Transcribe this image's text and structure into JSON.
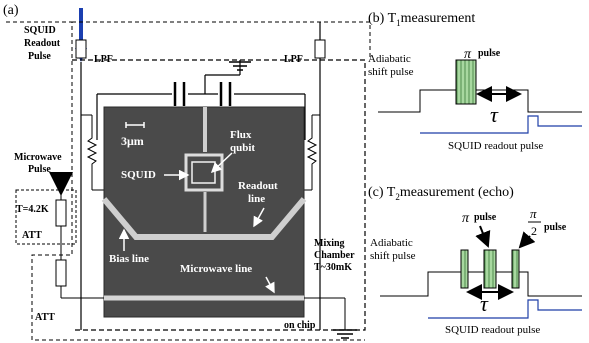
{
  "colors": {
    "chip_background": "#4a4a4a",
    "pulse_fill": "#a8d8a0",
    "readout_line": "#1f3fa8",
    "arrow_blue": "#1b3fb0"
  },
  "panel_a": {
    "label": "(a)",
    "squid_readout_pulse": [
      "SQUID",
      "Readout",
      "Pulse"
    ],
    "lpf_left": "LPF",
    "lpf_right": "LPF",
    "scale_bar": "3μm",
    "flux_qubit": [
      "Flux",
      "qubit"
    ],
    "squid": "SQUID",
    "readout_line": [
      "Readout",
      "line"
    ],
    "microwave_pulse": [
      "Microwave",
      "Pulse"
    ],
    "temperature": "T=4.2K",
    "att_top": "ATT",
    "att_bottom": "ATT",
    "bias_line": "Bias line",
    "microwave_line": "Microwave line",
    "mixing_chamber": [
      "Mixing",
      "Chamber",
      "T~30mK"
    ],
    "on_chip": "on chip"
  },
  "panel_b": {
    "title": "(b) T",
    "title_sub": "1",
    "title_rest": "measurement",
    "adiabatic": [
      "Adiabatic",
      "shift pulse"
    ],
    "pi": "π",
    "pulse": "pulse",
    "tau": "τ",
    "squid_readout": "SQUID readout pulse"
  },
  "panel_c": {
    "title": "(c) T",
    "title_sub": "2",
    "title_rest": "measurement (echo)",
    "adiabatic": [
      "Adiabatic",
      "shift pulse"
    ],
    "pi": "π",
    "pulse": "pulse",
    "pi_half_num": "π",
    "pi_half_den": "2",
    "pulse2": "pulse",
    "tau": "τ",
    "squid_readout": "SQUID readout pulse"
  }
}
